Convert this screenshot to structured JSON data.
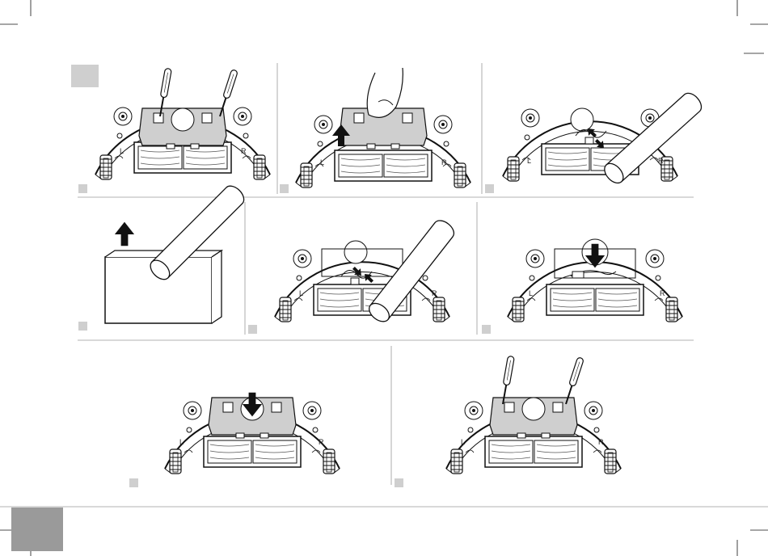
{
  "manual": {
    "section_square_color": "#cfcfcf",
    "page_tab_color": "#9a9a9a",
    "wheel_label_left": "L",
    "wheel_label_right": "R"
  },
  "steps": [
    {
      "id": "step-1",
      "action": "unscrew-battery-cover"
    },
    {
      "id": "step-2",
      "action": "lift-battery-cover"
    },
    {
      "id": "step-3",
      "action": "disconnect-battery"
    },
    {
      "id": "step-4",
      "action": "dispose-old-battery"
    },
    {
      "id": "step-5",
      "action": "connect-new-battery"
    },
    {
      "id": "step-6",
      "action": "insert-battery"
    },
    {
      "id": "step-7",
      "action": "replace-battery-cover"
    },
    {
      "id": "step-8",
      "action": "screw-battery-cover"
    }
  ]
}
